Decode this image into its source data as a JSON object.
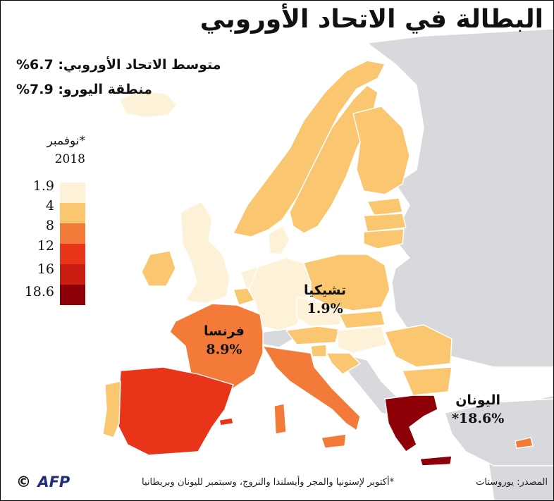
{
  "title": "البطالة في الاتحاد الأوروبي",
  "averages": {
    "eu": "متوسط الاتحاد الأوروبي: 6.7%",
    "eurozone": "منطقة اليورو: 7.9%"
  },
  "legend": {
    "title_line1": "نوفمبر*",
    "title_line2": "2018",
    "breaks": [
      "1.9",
      "4",
      "8",
      "12",
      "16",
      "18.6"
    ],
    "colors": [
      "#fdf1d8",
      "#fac670",
      "#f47a3a",
      "#e8351a",
      "#c81d10",
      "#8e0008"
    ]
  },
  "highlights": [
    {
      "name": "تشيكيا",
      "value": "1.9%"
    },
    {
      "name": "فرنسا",
      "value": "8.9%"
    },
    {
      "name": "اليونان",
      "value": "*18.6%"
    }
  ],
  "colors": {
    "non_eu": "#d7d9dc",
    "sea": "#ffffff",
    "border": "#ffffff"
  },
  "footer": {
    "source": "المصدر: يوروستات",
    "note": "*أكتوبر لإستونيا والمجر وأيسلندا والنروج، وسبتمبر لليونان وبريطانيا",
    "logo": "AFP",
    "copyright": "©"
  }
}
